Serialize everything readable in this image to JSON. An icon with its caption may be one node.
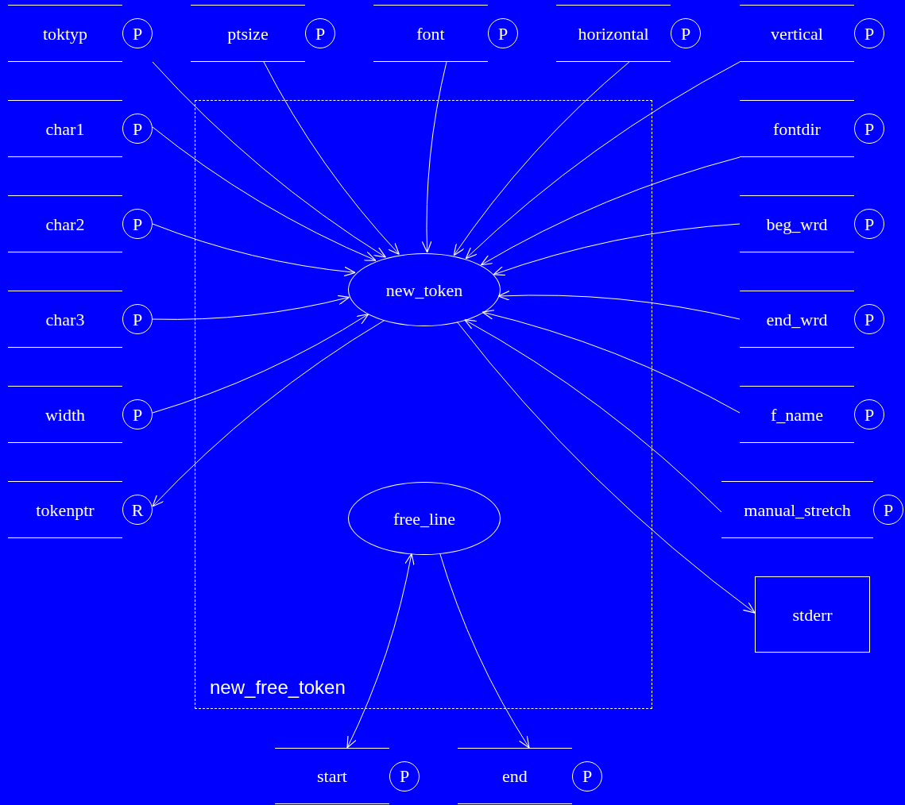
{
  "diagram": {
    "nodes": [
      {
        "text": [
          "new_free_token"
        ]
      },
      {
        "text": [
          "new_token"
        ],
        "in": 0
      },
      {
        "text": [
          "free_line"
        ],
        "in": 0
      },
      {
        "text": [
          "toktyp",
          "P"
        ]
      },
      {
        "text": [
          "ptsize",
          "P"
        ]
      },
      {
        "text": [
          "font",
          "P"
        ]
      },
      {
        "text": [
          "horizontal",
          "P"
        ]
      },
      {
        "text": [
          "vertical",
          "P"
        ]
      },
      {
        "text": [
          "char1",
          "P"
        ]
      },
      {
        "text": [
          "fontdir",
          "P"
        ]
      },
      {
        "text": [
          "char2",
          "P"
        ]
      },
      {
        "text": [
          "beg_wrd",
          "P"
        ]
      },
      {
        "text": [
          "char3",
          "P"
        ]
      },
      {
        "text": [
          "end_wrd",
          "P"
        ]
      },
      {
        "text": [
          "width",
          "P"
        ]
      },
      {
        "text": [
          "f_name",
          "P"
        ]
      },
      {
        "text": [
          "tokenptr",
          "R"
        ]
      },
      {
        "text": [
          "manual_stretch",
          "P"
        ]
      },
      {
        "text": [
          "stderr"
        ]
      },
      {
        "text": [
          "start",
          "P"
        ]
      },
      {
        "text": [
          "end",
          "P"
        ]
      }
    ],
    "edges": [
      {
        "from": 3,
        "to": 1,
        "arrow": "to"
      },
      {
        "from": 4,
        "to": 1,
        "arrow": "to"
      },
      {
        "from": 5,
        "to": 1,
        "arrow": "to"
      },
      {
        "from": 6,
        "to": 1,
        "arrow": "to"
      },
      {
        "from": 7,
        "to": 1,
        "arrow": "to"
      },
      {
        "from": 8,
        "to": 1,
        "arrow": "to"
      },
      {
        "from": 9,
        "to": 1,
        "arrow": "to"
      },
      {
        "from": 10,
        "to": 1,
        "arrow": "to"
      },
      {
        "from": 11,
        "to": 1,
        "arrow": "to"
      },
      {
        "from": 12,
        "to": 1,
        "arrow": "to"
      },
      {
        "from": 13,
        "to": 1,
        "arrow": "to"
      },
      {
        "from": 14,
        "to": 1,
        "arrow": "to"
      },
      {
        "from": 15,
        "to": 1,
        "arrow": "to"
      },
      {
        "from": 1,
        "to": 16,
        "arrow": "to"
      },
      {
        "from": 17,
        "to": 1,
        "arrow": "to"
      },
      {
        "from": 1,
        "to": 18,
        "arrow": "to"
      },
      {
        "from": 19,
        "to": 2,
        "arrow": "both"
      },
      {
        "from": 2,
        "to": 20,
        "arrow": "to"
      }
    ]
  }
}
